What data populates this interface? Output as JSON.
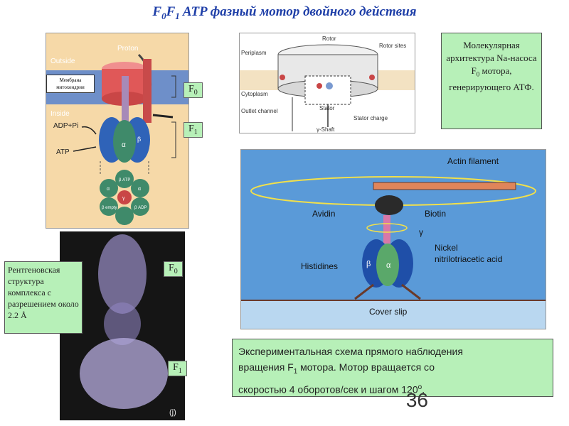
{
  "title": {
    "main": "F",
    "sub0": "0",
    "f": "F",
    "sub1": "1",
    "rest": " ATP  фазный мотор двойного действия"
  },
  "fig_left": {
    "outside": "Outside",
    "inside": "Inside",
    "proton": "Proton",
    "membrane": "Мембрана митохондрии",
    "adp": "ADP+Pi",
    "atp": "ATP",
    "alpha": "α",
    "beta": "β",
    "f0": "F",
    "f0_sub": "0",
    "f1": "F",
    "f1_sub": "1",
    "ring_labels": [
      "β ATP",
      "α",
      "γ",
      "β ADP",
      "β empty",
      "α"
    ]
  },
  "fig_rotor": {
    "rotor": "Rotor",
    "rotor_sites": "Rotor sites",
    "periplasm": "Periplasm",
    "cytoplasm": "Cytoplasm",
    "stator": "Stator",
    "outlet": "Outlet channel",
    "stator_charge": "Stator charge",
    "shaft": "γ-Shaft"
  },
  "box_right": {
    "text": "Молекулярная архитектура Na-насоса  F",
    "sub": "0",
    "text2": " мотора, генерирующего АТФ."
  },
  "fig_actin": {
    "actin": "Actin filament",
    "avidin": "Avidin",
    "biotin": "Biotin",
    "gamma": "γ",
    "histidines": "Histidines",
    "nickel": "Nickel",
    "nta": "nitrilotriacetic acid",
    "beta": "β",
    "alpha": "α",
    "coverslip": "Cover slip"
  },
  "xray": {
    "label": "Рентгеновская структура комплекса с разрешением около 2.2 Å",
    "f0": "F",
    "f0_sub": "0",
    "f1": "F",
    "f1_sub": "1",
    "corner": "(j)"
  },
  "box_bottom": {
    "line1": "Экспериментальная схема прямого наблюдения",
    "line2a": "вращения F",
    "line2sub": "1",
    "line2b": " мотора. Мотор вращается со",
    "line3": "скоростью 4 оборотов/сек и шагом 120",
    "line3sup": "o",
    "line3end": "."
  },
  "slide_number": "36",
  "colors": {
    "title": "#1f3fa8",
    "green_box": "#b7f0b8",
    "left_bg": "#f6d9a8",
    "membrane_blue": "#6e8fc9",
    "actin_bg": "#5a9ad8"
  }
}
